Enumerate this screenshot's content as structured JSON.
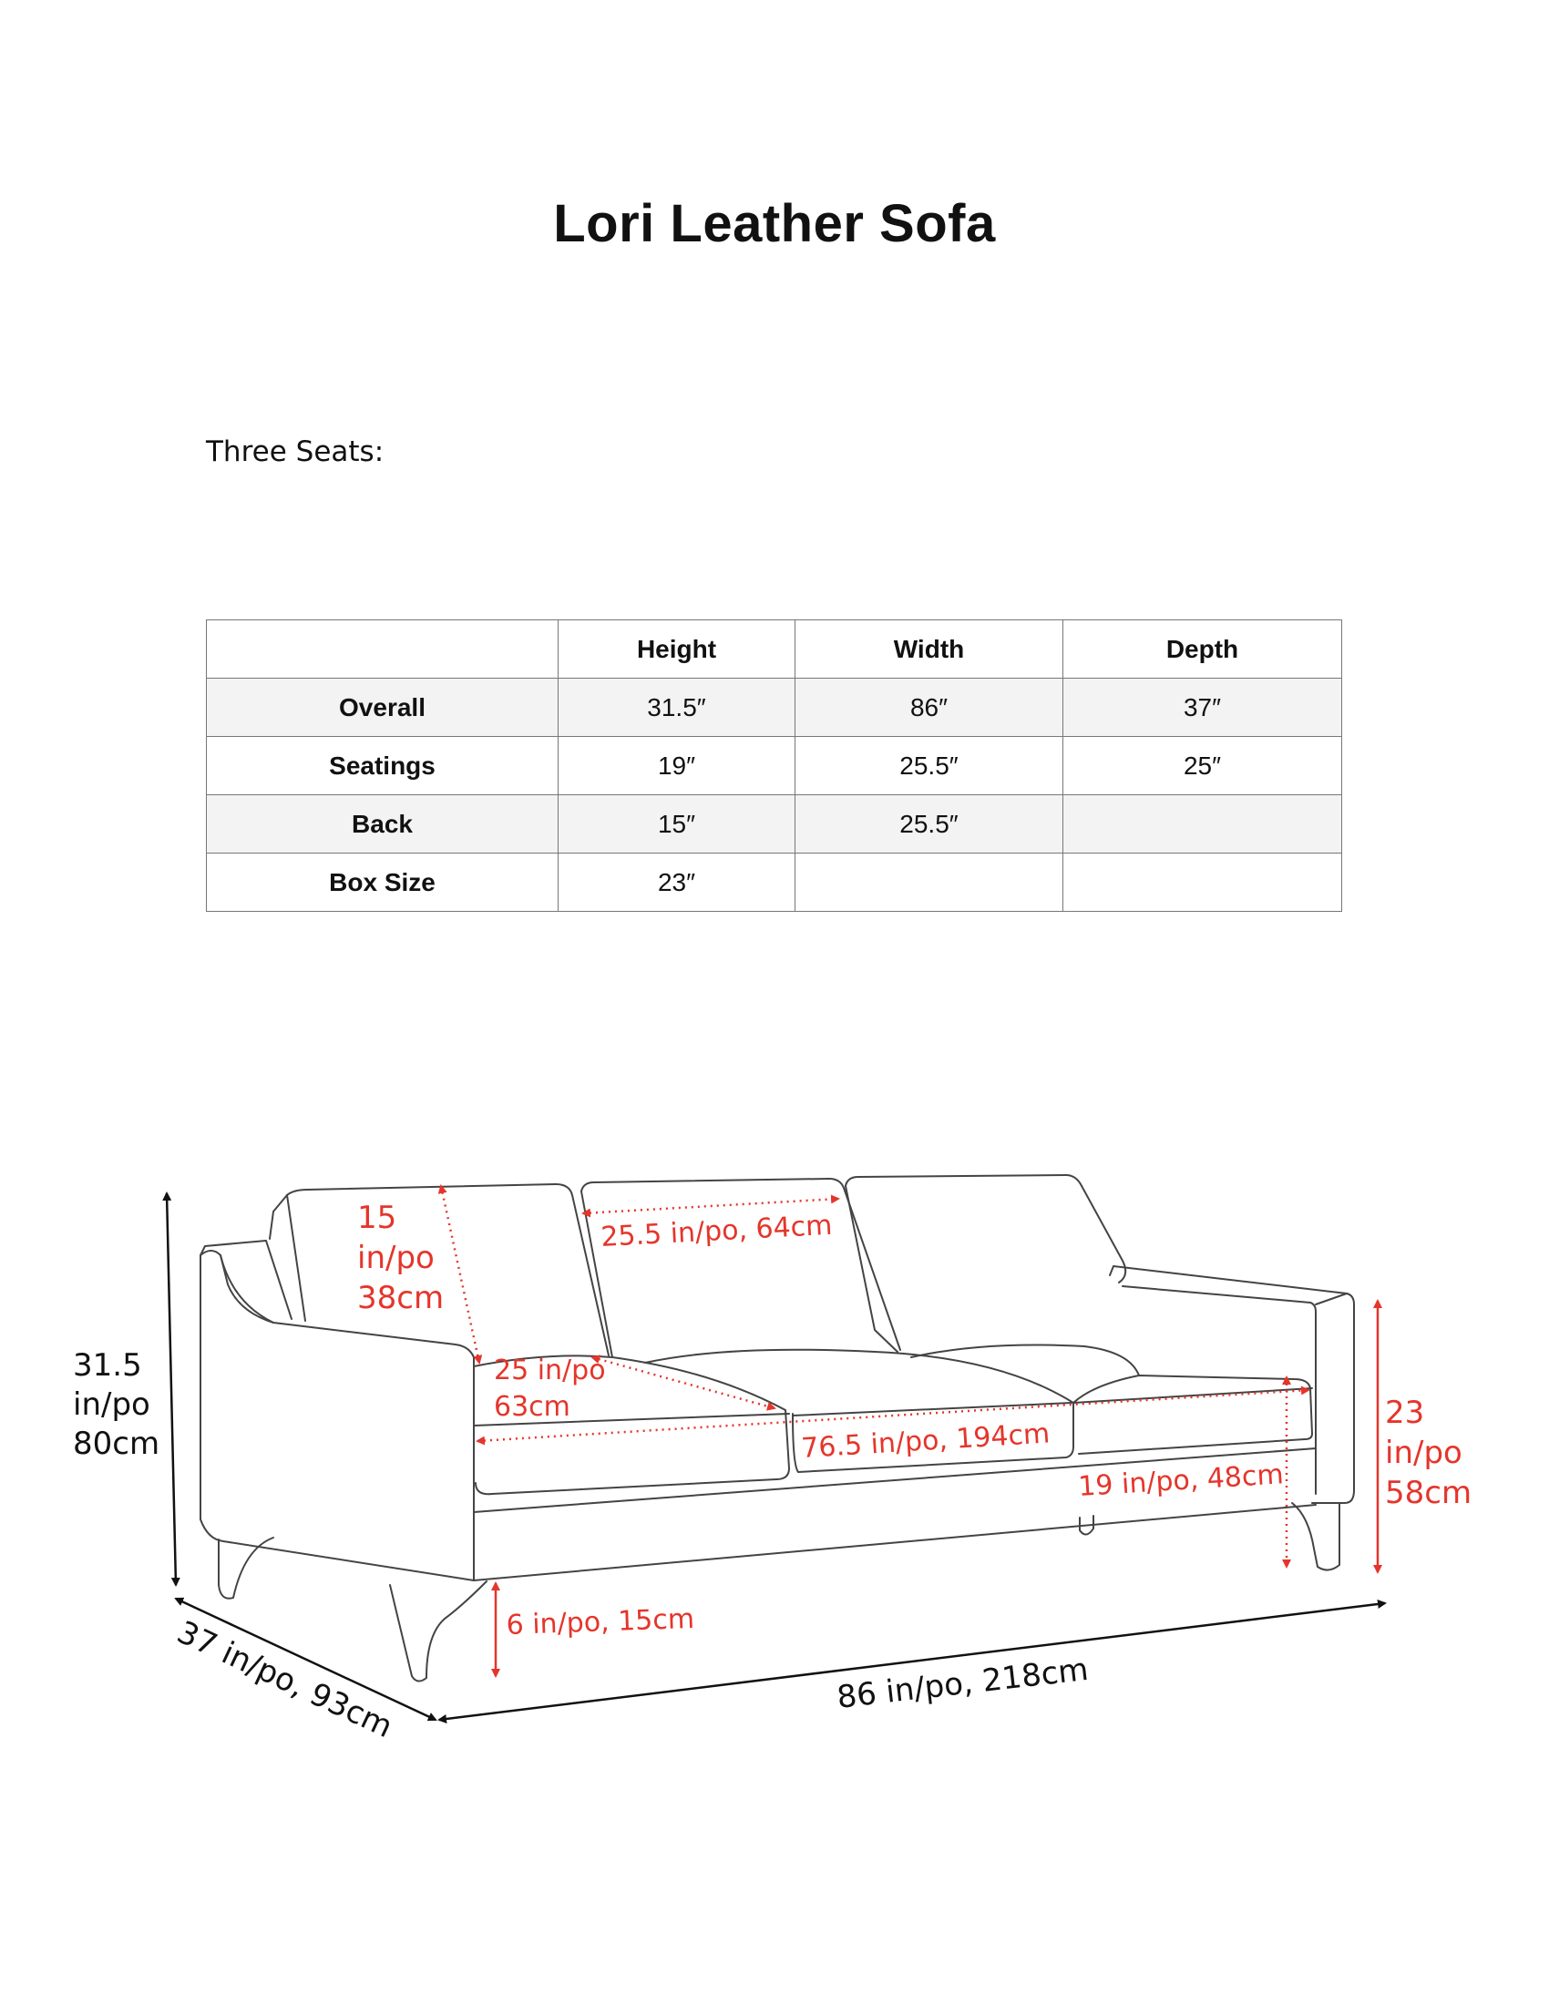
{
  "title": "Lori Leather Sofa",
  "subtitle": "Three Seats:",
  "table": {
    "headers": [
      "",
      "Height",
      "Width",
      "Depth"
    ],
    "rows": [
      {
        "label": "Overall",
        "height": "31.5″",
        "width": "86″",
        "depth": "37″"
      },
      {
        "label": "Seatings",
        "height": "19″",
        "width": "25.5″",
        "depth": "25″"
      },
      {
        "label": "Back",
        "height": "15″",
        "width": "25.5″",
        "depth": ""
      },
      {
        "label": "Box Size",
        "height": "23″",
        "width": "",
        "depth": ""
      }
    ]
  },
  "diagram": {
    "overall_height": [
      "31.5",
      "in/po",
      "80cm"
    ],
    "overall_depth": "37 in/po, 93cm",
    "overall_width": "86 in/po, 218cm",
    "back_height": [
      "15",
      "in/po",
      "38cm"
    ],
    "back_width": "25.5 in/po, 64cm",
    "seat_depth": [
      "25 in/po",
      "63cm"
    ],
    "seat_width": "76.5 in/po, 194cm",
    "seat_height": "19 in/po, 48cm",
    "arm_height": [
      "23",
      "in/po",
      "58cm"
    ],
    "leg_height": "6 in/po, 15cm",
    "colors": {
      "dimension_red": "#e5352b",
      "dimension_black": "#111111",
      "outline": "#444444"
    }
  }
}
